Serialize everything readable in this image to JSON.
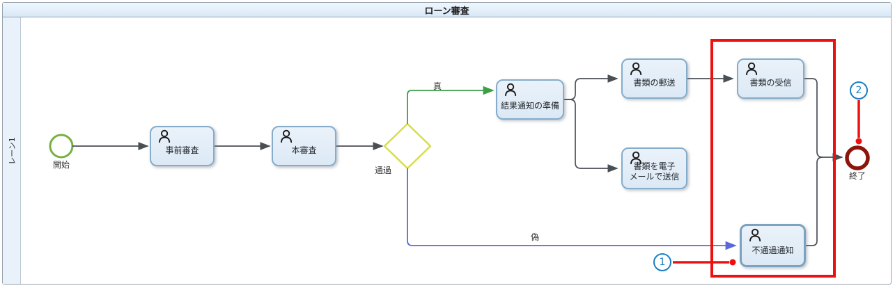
{
  "diagram": {
    "title": "ローン審査"
  },
  "lane": {
    "label": "レーン1"
  },
  "nodes": {
    "start": {
      "label": "開始"
    },
    "pre_screening": {
      "label": "事前審査"
    },
    "main_screening": {
      "label": "本審査"
    },
    "gateway": {
      "label": "通過"
    },
    "prepare_result": {
      "label": "結果通知の準備"
    },
    "mail_docs": {
      "label": "書類の郵送"
    },
    "email_docs": {
      "line1": "書類を電子",
      "line2": "メールで送信"
    },
    "receive_docs": {
      "label": "書類の受信"
    },
    "reject_notice": {
      "label": "不通過通知"
    },
    "end": {
      "label": "終了"
    }
  },
  "edges": {
    "true_label": "真",
    "false_label": "偽"
  },
  "callouts": {
    "marker1": "1",
    "marker2": "2"
  },
  "colors": {
    "red": "#ee1010",
    "callout_blue": "#1b7ec2",
    "flow": "#4a4f54",
    "green_flow": "#3d9e47",
    "blue_flow": "#5c68d8",
    "task_fill": "#dce9f5",
    "task_border": "#85accb",
    "start_green": "#76b043",
    "gateway_yellow": "#d6de4b",
    "end_red": "#8d140a",
    "header_bg": "#d8e8f7",
    "lane_bg": "#e9f1fa",
    "pool_border": "#96a1ac"
  }
}
